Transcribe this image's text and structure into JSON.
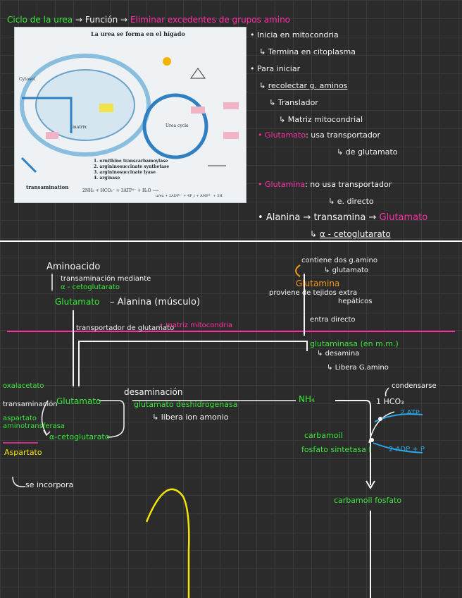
{
  "header": {
    "title": "Ciclo de la urea",
    "sep1": "→",
    "function_label": "Función",
    "sep2": "→",
    "function_text": "Eliminar excedentes de grupos amino"
  },
  "photo": {
    "title": "La urea se forma en el hígado",
    "cytosol": "Cytosol",
    "transamination": "transamination",
    "matrix": "matrix",
    "urea_cycle": "Urea cycle",
    "list": [
      "1. ornithine transcarbamoylase",
      "2. argininosuccinate synthetase",
      "3. argininosuccinate lyase",
      "4. arginase"
    ],
    "equation_left": "2NH₃ + HCO₃⁻ + 3ATP⁴⁻ + H₂O ⟶",
    "equation_right": "urea + 2ADP³⁻ + 4P_i + AMP²⁻ + 2H"
  },
  "notes_right": {
    "n1": "Inicia en mitocondria",
    "n1b": "Termina en citoplasma",
    "n2": "Para iniciar",
    "n2a": "recolectar g. aminos",
    "n2b": "Translador",
    "n2c": "Matriz mitocondrial",
    "glu_label": "Glutamato",
    "glu_text": ": usa transportador",
    "glu_sub": "de glutamato",
    "gln_label": "Glutamina",
    "gln_text": ": no usa transportador",
    "gln_sub": "e. directo",
    "ala_text": "Alanina → transamina →",
    "ala_glu": "Glutamato",
    "ala_sub": "α - cetoglutarato"
  },
  "diagram": {
    "aminoacido": "Aminoacido",
    "transaminacion": "transaminación mediante",
    "acetoglutarato": "α - cetoglutarato",
    "glutamato_top": "Glutamato",
    "alanina": "– Alanina (músculo)",
    "contiene": "contiene dos g.amino",
    "glutamato_sub": "glutamato",
    "glutamina": "Glutamina",
    "proviene": "proviene de tejidos extra",
    "hepaticos": "hepáticos",
    "transportador": "transportador de glutamato",
    "matriz": "matriz mitocondria",
    "entra": "entra directo",
    "glutaminasa": "glutaminasa (en m.m.)",
    "desamina": "desamina",
    "libera_g": "Libera G.amino",
    "oxalacetato": "oxalacetato",
    "transaminacion_small": "transaminación",
    "aspartato_amino": "aspartato aminotransferasa",
    "glutamato_mid": "Glutamato",
    "desaminacion": "desaminación",
    "gdh": "glutamato deshidrogenasa",
    "libera_amonio": "libera ion amonio",
    "nh4": "NH₄",
    "condensarse": "condensarse",
    "hco3": "1 HCO₃",
    "atp": "2 ATP",
    "carbamoil": "carbamoil",
    "fosfato_sint": "fosfato sintetasa I",
    "adp": "2 ADP + P",
    "acetoglut_mid": "α-cetoglutarato",
    "aspartato": "Aspartato",
    "incorpora": "se incorpora",
    "carbamoil_fosfato": "carbamoil fosfato"
  },
  "colors": {
    "background": "#2b2b2b",
    "white": "#f4f4f4",
    "green": "#39e83a",
    "magenta": "#ff2fa6",
    "orange": "#f39a1e",
    "yellow": "#f3e600",
    "blue": "#2aa7e8"
  }
}
